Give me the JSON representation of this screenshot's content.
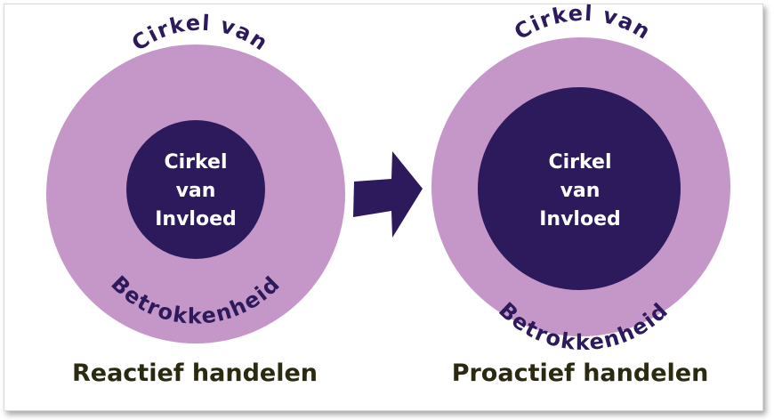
{
  "colors": {
    "outer_circle": "#c497c8",
    "inner_circle": "#2d1a5c",
    "arrow": "#2d1a5c",
    "ring_text": "#2d1a5c",
    "inner_text": "#ffffff",
    "caption_text": "#2b2a10"
  },
  "left": {
    "ring_top": "Cirkel van",
    "ring_bottom": "Betrokkenheid",
    "inner_lines": [
      "Cirkel",
      "van",
      "Invloed"
    ],
    "caption": "Reactief handelen"
  },
  "right": {
    "ring_top": "Cirkel van",
    "ring_bottom": "Betrokkenheid",
    "inner_lines": [
      "Cirkel",
      "van",
      "Invloed"
    ],
    "caption": "Proactief handelen"
  },
  "arrow_icon": "arrow-right-icon"
}
